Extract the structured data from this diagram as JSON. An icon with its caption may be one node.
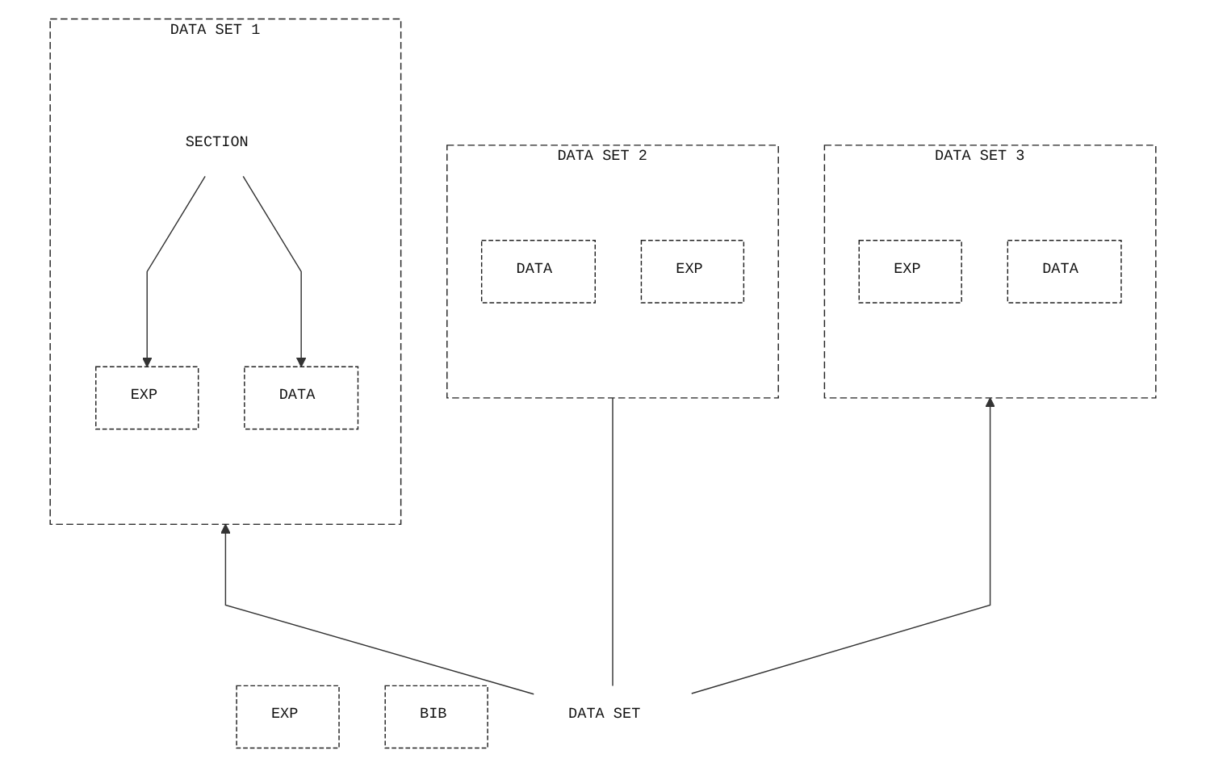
{
  "diagram": {
    "nodes": [
      {
        "text": [
          "DATA SET 1"
        ]
      },
      {
        "text": [
          "SECTION"
        ],
        "in": 0
      },
      {
        "text": [
          "EXP"
        ],
        "in": 0
      },
      {
        "text": [
          "DATA"
        ],
        "in": 0
      },
      {
        "text": [
          "DATA SET 2"
        ]
      },
      {
        "text": [
          "EXP"
        ]
      },
      {
        "text": [
          "DATA"
        ],
        "in": 4
      },
      {
        "text": [
          "EXP"
        ],
        "in": 4
      },
      {
        "text": [
          "DATA SET 3"
        ]
      },
      {
        "text": [
          "BIB"
        ]
      },
      {
        "text": [
          "EXP"
        ],
        "in": 8
      },
      {
        "text": [
          "DATA"
        ],
        "in": 8
      },
      {
        "text": [
          "DATA SET"
        ]
      }
    ],
    "edges": [
      {
        "from": 1,
        "to": 2,
        "arrow": "to"
      },
      {
        "from": 1,
        "to": 3,
        "arrow": "to"
      },
      {
        "from": 12,
        "to": 0,
        "arrow": "to"
      },
      {
        "from": 12,
        "to": 4,
        "arrow": "none"
      },
      {
        "from": 12,
        "to": 8,
        "arrow": "to"
      }
    ]
  }
}
